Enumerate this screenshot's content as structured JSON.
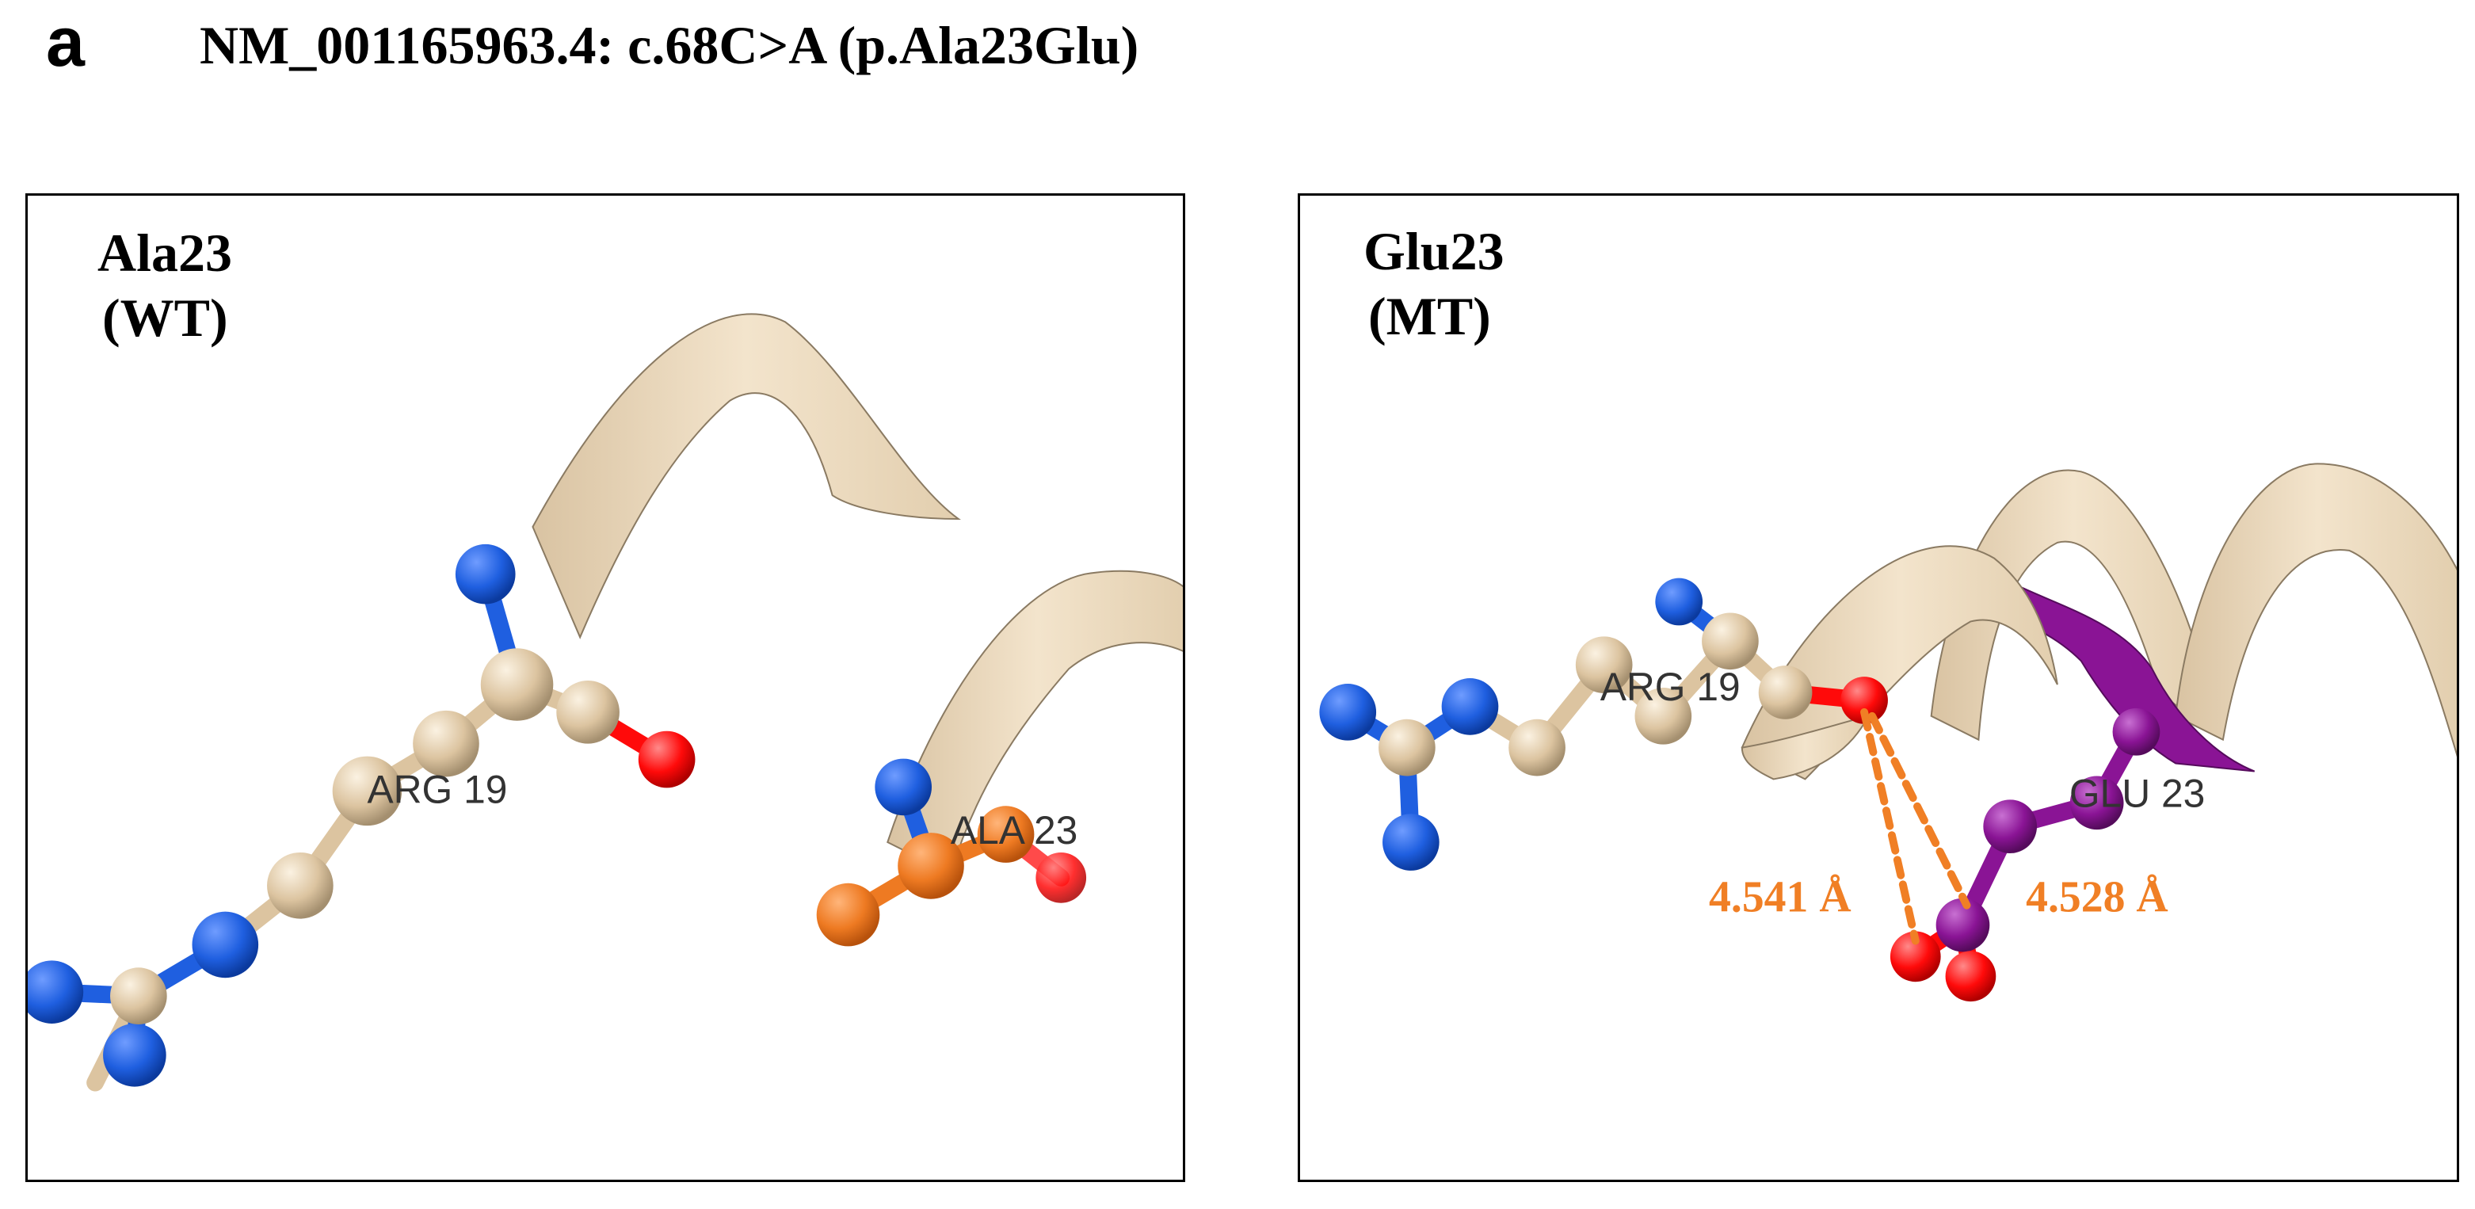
{
  "figure": {
    "panel_letter": "a",
    "title": "NM_001165963.4: c.68C>A (p.Ala23Glu)"
  },
  "wild_type": {
    "residue": "Ala23",
    "state": "(WT)",
    "labels": {
      "arg": "ARG 19",
      "res": "ALA 23"
    }
  },
  "mutant": {
    "residue": "Glu23",
    "state": "(MT)",
    "labels": {
      "arg": "ARG 19",
      "res": "GLU 23"
    },
    "distances": [
      "4.541 Å",
      "4.528 Å"
    ]
  },
  "colors": {
    "ribbon": "#ecd9bb",
    "ribbon_edge": "#8a7a62",
    "carbon": "#dcc4a0",
    "nitrogen": "#1f5fe0",
    "oxygen": "#ff0a0a",
    "ala_residue": "#ee7a22",
    "glu_residue": "#8a1495",
    "distance": "#f07f25"
  }
}
